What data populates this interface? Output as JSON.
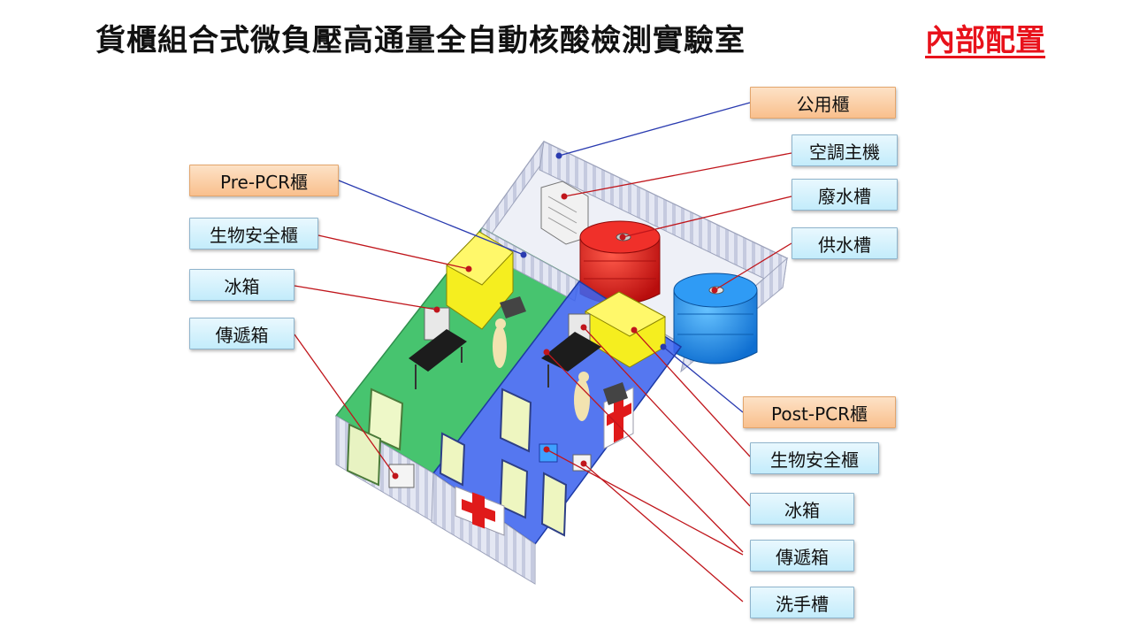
{
  "title": "貨櫃組合式微負壓高通量全自動核酸檢測實驗室",
  "subtitle": "內部配置",
  "colors": {
    "title_text": "#111111",
    "subtitle_text": "#e8121b",
    "label_blue_fill": "#c3ecfb",
    "label_orange_fill": "#f9c08d",
    "leader_blue": "#2a3bb0",
    "leader_red": "#c0161c",
    "pre_pcr_room": "#3fbf6a",
    "post_pcr_room": "#2a55e6",
    "waste_tank": "#e01a1a",
    "supply_tank": "#1f8ef0",
    "biosafety_cabinet": "#f5ee1f"
  },
  "labels": {
    "public_cabinet": "公用櫃",
    "air_conditioner": "空調主機",
    "waste_water_tank": "廢水槽",
    "water_supply_tank": "供水槽",
    "pre_pcr": "Pre-PCR櫃",
    "pre_biosafety": "生物安全櫃",
    "pre_fridge": "冰箱",
    "pre_pass_box": "傳遞箱",
    "post_pcr": "Post-PCR櫃",
    "post_biosafety": "生物安全櫃",
    "post_fridge": "冰箱",
    "post_pass_box": "傳遞箱",
    "hand_sink": "洗手槽"
  }
}
